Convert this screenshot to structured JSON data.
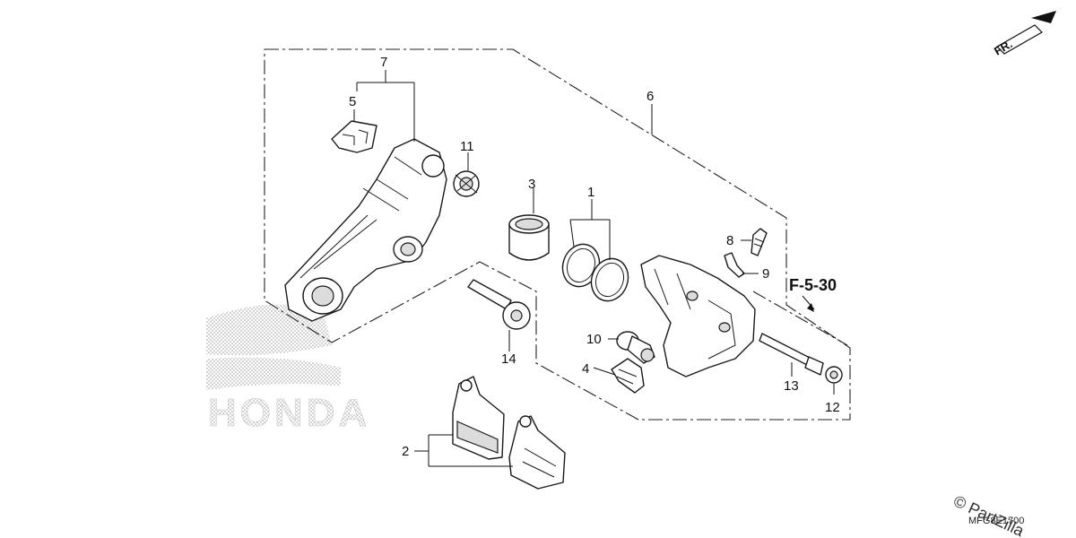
{
  "diagram": {
    "callouts": [
      {
        "id": "c1",
        "label": "1"
      },
      {
        "id": "c2",
        "label": "2"
      },
      {
        "id": "c3",
        "label": "3"
      },
      {
        "id": "c4",
        "label": "4"
      },
      {
        "id": "c5",
        "label": "5"
      },
      {
        "id": "c6",
        "label": "6"
      },
      {
        "id": "c7",
        "label": "7"
      },
      {
        "id": "c8",
        "label": "8"
      },
      {
        "id": "c9",
        "label": "9"
      },
      {
        "id": "c10",
        "label": "10"
      },
      {
        "id": "c11",
        "label": "11"
      },
      {
        "id": "c12",
        "label": "12"
      },
      {
        "id": "c13",
        "label": "13"
      },
      {
        "id": "c14",
        "label": "14"
      }
    ],
    "reference": "F-5-30",
    "direction_label": "FR.",
    "diagram_code": "MFG8E1700",
    "watermark_text": "© PartZilla",
    "background_logo_text": "HONDA"
  }
}
